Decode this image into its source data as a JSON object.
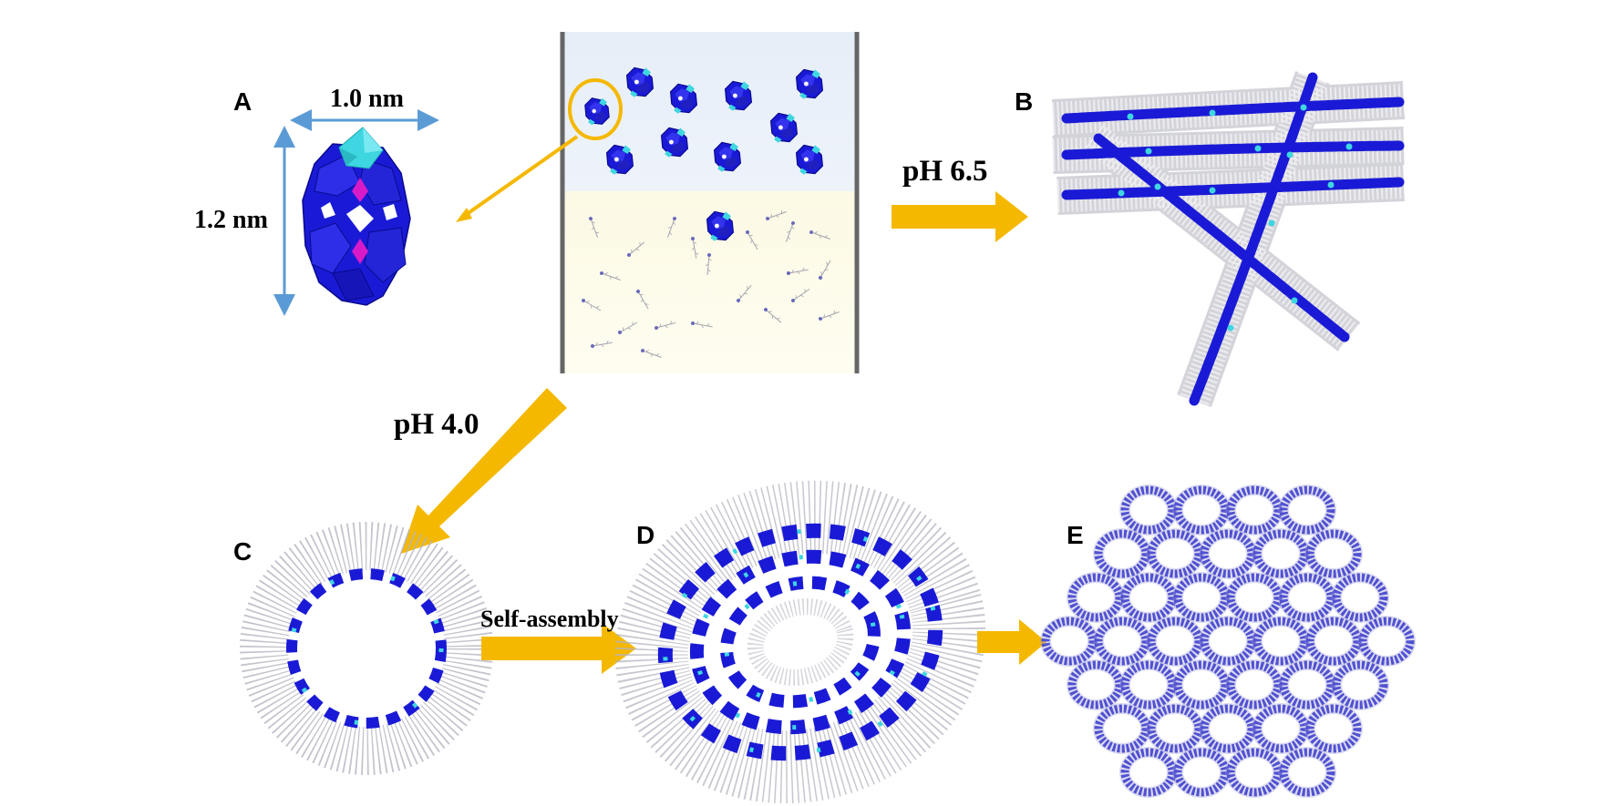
{
  "panels": {
    "a": "A",
    "b": "B",
    "c": "C",
    "d": "D",
    "e": "E"
  },
  "dimensions": {
    "width_label": "1.0 nm",
    "height_label": "1.2 nm"
  },
  "conditions": {
    "ph_high": "pH 6.5",
    "ph_low": "pH 4.0",
    "self_assembly": "Self-assembly"
  },
  "colors": {
    "cluster_blue": "#1a1ad6",
    "cluster_dark": "#0a0a8c",
    "cap_cyan": "#3ed6e0",
    "core_magenta": "#d81bc8",
    "arrow_orange": "#f5b800",
    "dimension_arrow": "#5b9bd5",
    "container_top": "#e8f0f8",
    "container_bottom": "#fdfbe4",
    "chain_gray": "#9a9aa8"
  }
}
